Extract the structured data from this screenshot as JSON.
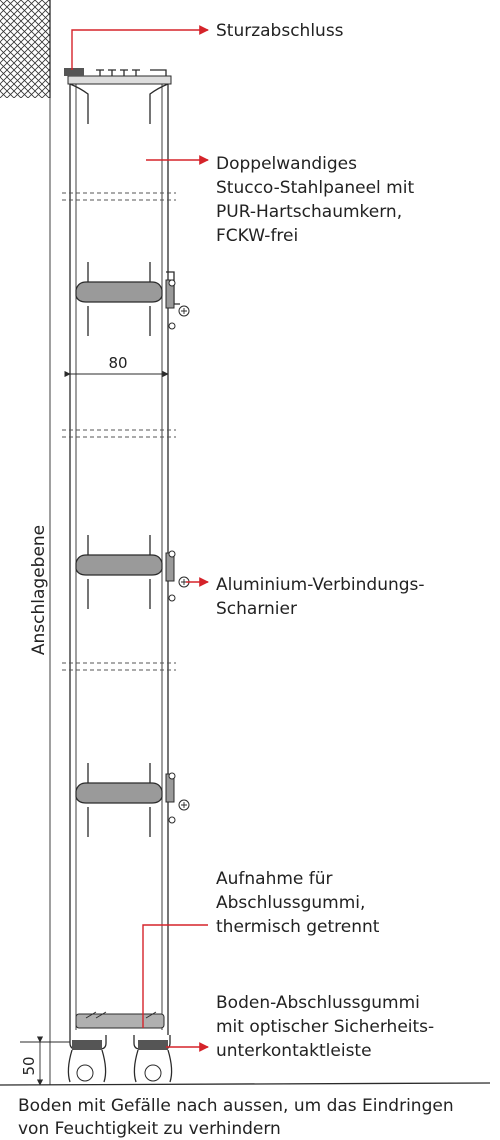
{
  "labels": {
    "sturzabschluss": "Sturzabschluss",
    "panel_line1": "Doppelwandiges",
    "panel_line2": "Stucco-Stahlpaneel mit",
    "panel_line3": "PUR-Hartschaumkern,",
    "panel_line4": "FCKW-frei",
    "hinge_line1": "Aluminium-Verbindungs-",
    "hinge_line2": "Scharnier",
    "aufnahme_line1": "Aufnahme für",
    "aufnahme_line2": "Abschlussgummi,",
    "aufnahme_line3": "thermisch getrennt",
    "boden_line1": "Boden-Abschlussgummi",
    "boden_line2": "mit optischer Sicherheits-",
    "boden_line3": "unterkontaktleiste",
    "floor_line1": "Boden mit Gefälle nach aussen, um das Eindringen",
    "floor_line2": "von Feuchtigkeit zu verhindern",
    "anschlagebene": "Anschlagebene"
  },
  "dimensions": {
    "panel_width": "80",
    "bottom_height": "50"
  },
  "colors": {
    "leader": "#d5232a",
    "outline": "#2b2b2b",
    "hinge_fill": "#9a9a9a"
  }
}
